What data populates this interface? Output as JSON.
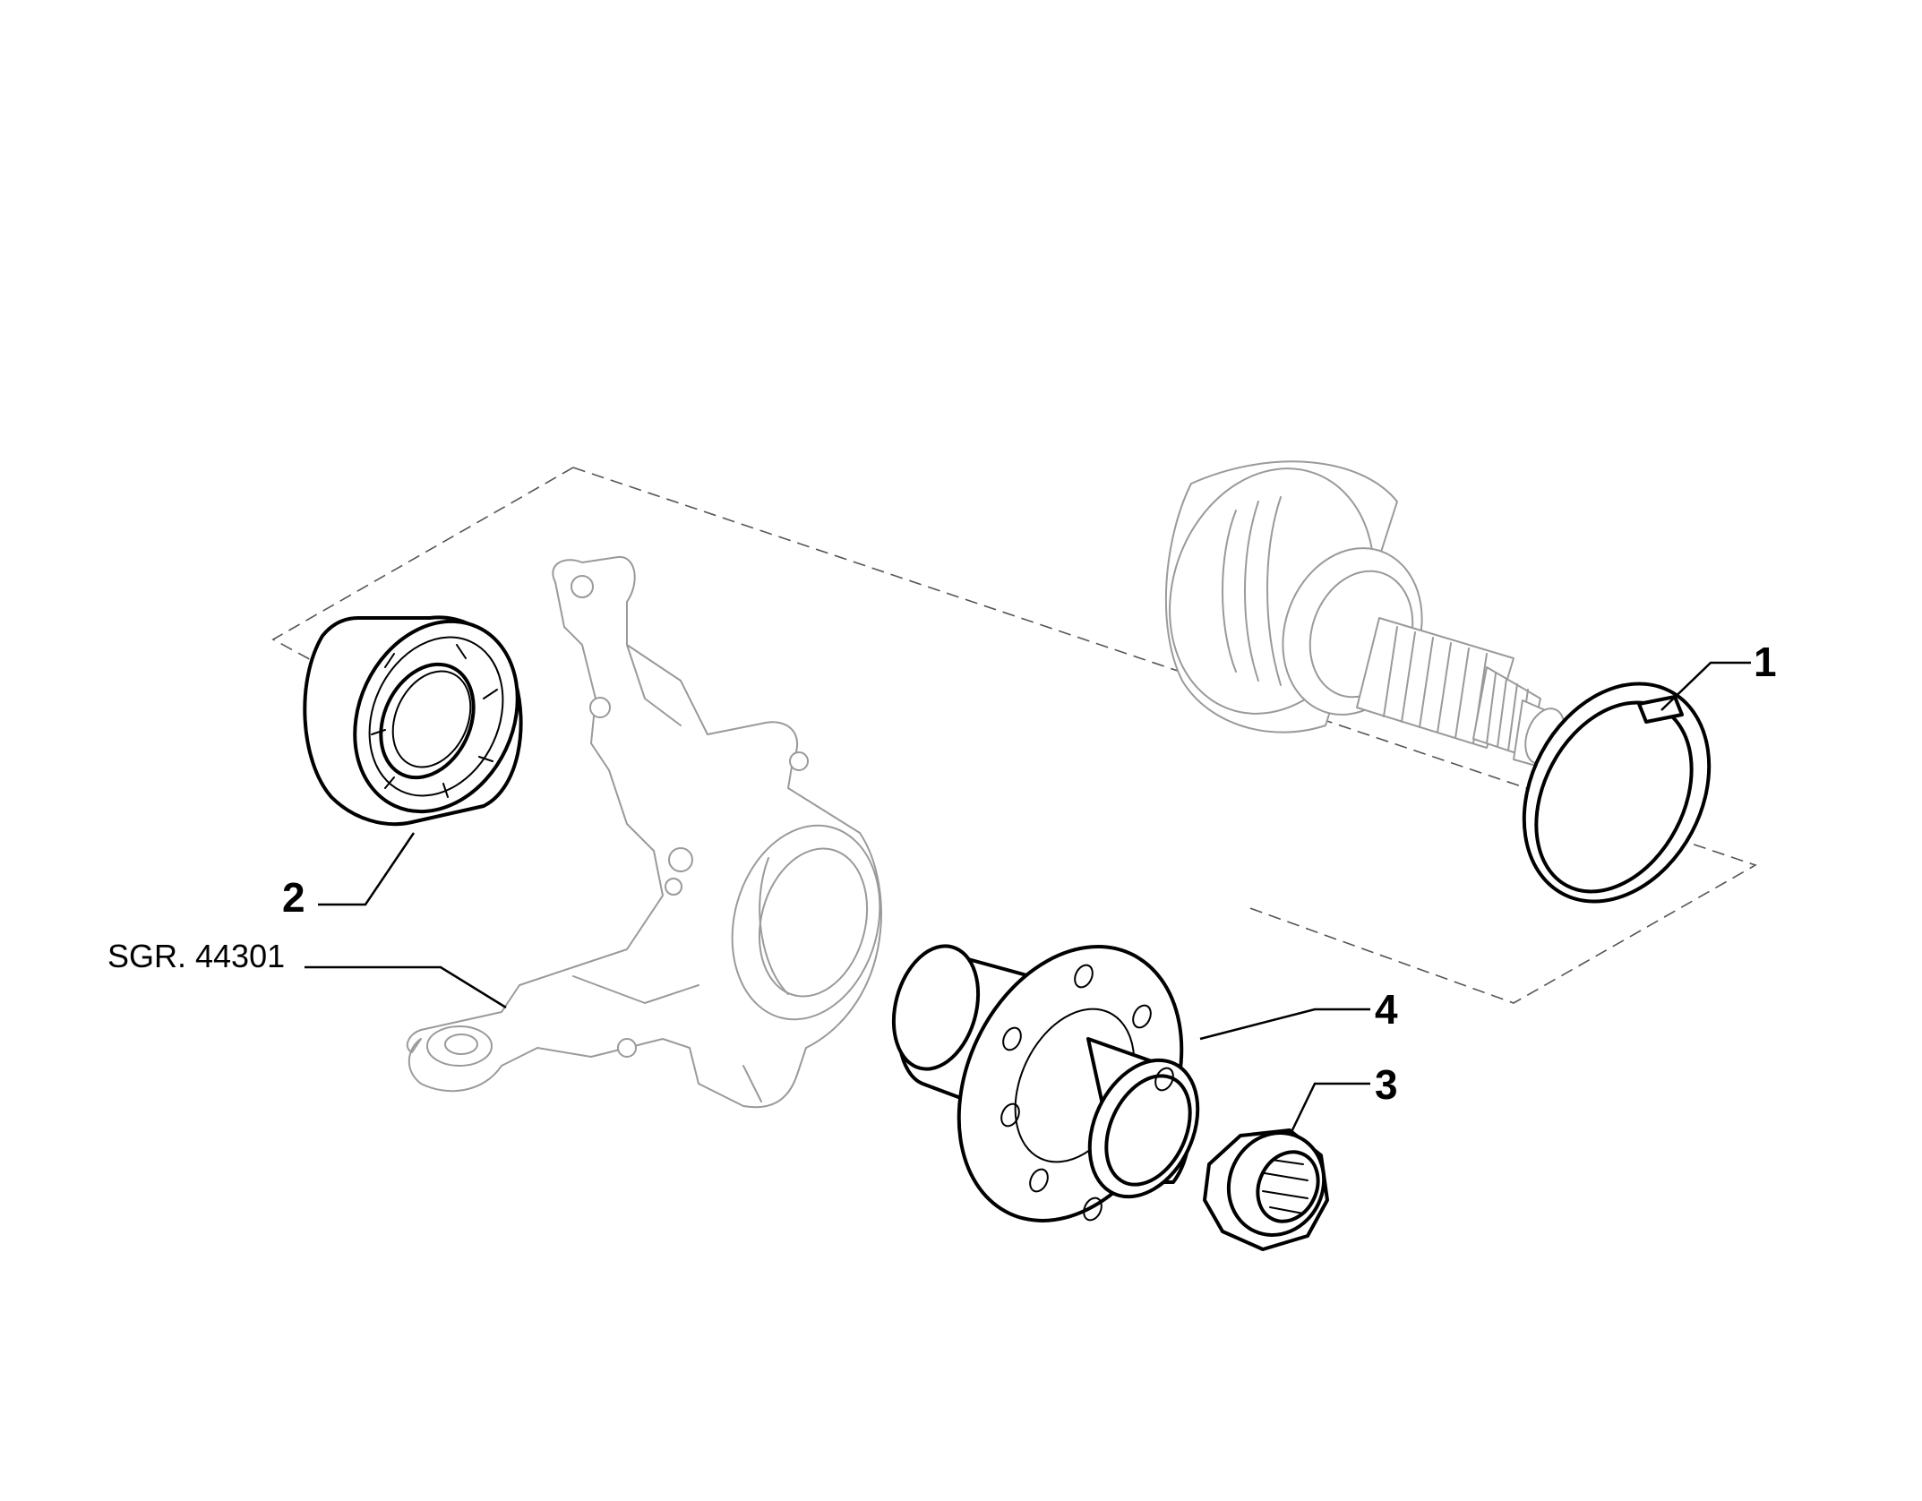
{
  "callouts": [
    {
      "id": "1",
      "text": "1"
    },
    {
      "id": "2",
      "text": "2"
    },
    {
      "id": "3",
      "text": "3"
    },
    {
      "id": "4",
      "text": "4"
    }
  ],
  "reference": {
    "text": "SGR. 44301"
  },
  "parts": [
    {
      "number": "1",
      "icon": "snap-ring-icon"
    },
    {
      "number": "2",
      "icon": "wheel-bearing-icon"
    },
    {
      "number": "3",
      "icon": "hub-nut-icon"
    },
    {
      "number": "4",
      "icon": "wheel-hub-icon"
    }
  ],
  "colors": {
    "highlight": "#000000",
    "context": "#9a9a9a"
  }
}
